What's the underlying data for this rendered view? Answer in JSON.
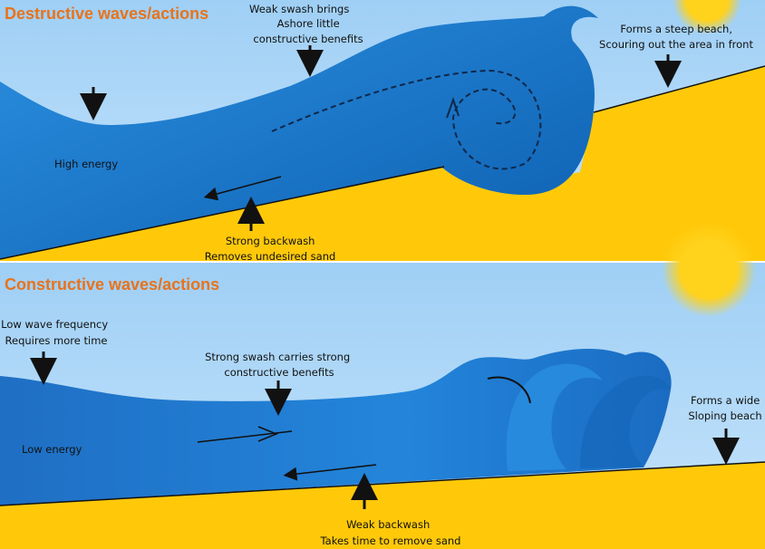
{
  "colors": {
    "title": "#e8731c",
    "sand": "#ffc90a",
    "sky": "#a6d3f6",
    "wave": "#1d7fd6",
    "wave_dark": "#0f62b4",
    "sun": "#ffd21c"
  },
  "destructive": {
    "title": "Destructive waves/actions",
    "swash": [
      "Weak swash brings",
      "Ashore little",
      "constructive benefits"
    ],
    "beach": [
      "Forms a steep beach,",
      "Scouring out the area in front"
    ],
    "energy": "High energy",
    "backwash": [
      "Strong backwash",
      "Removes undesired sand"
    ]
  },
  "constructive": {
    "title": "Constructive waves/actions",
    "frequency": [
      "Low wave frequency",
      "Requires more time"
    ],
    "swash": [
      "Strong swash carries strong",
      "constructive benefits"
    ],
    "beach": [
      "Forms a wide",
      "Sloping beach"
    ],
    "energy": "Low energy",
    "backwash": [
      "Weak backwash",
      "Takes time to remove sand"
    ]
  }
}
